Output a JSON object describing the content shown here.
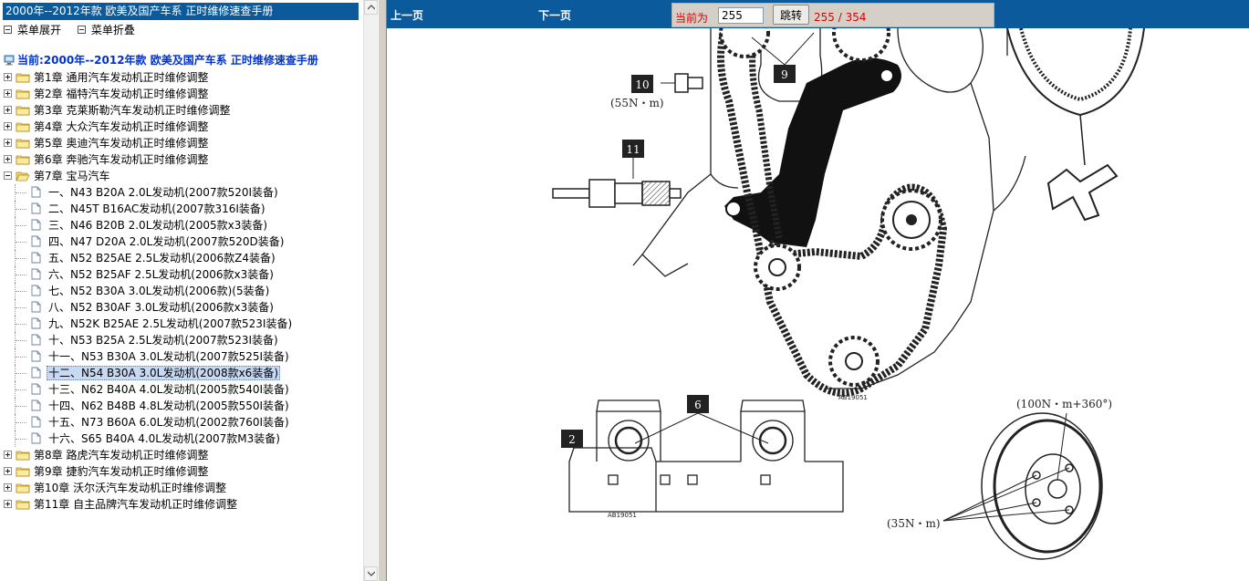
{
  "left_panel": {
    "title": "2000年--2012年款 欧美及国产车系 正时维修速查手册",
    "menu_controls": {
      "expand": "菜单展开",
      "collapse": "菜单折叠"
    },
    "current": "当前:2000年--2012年款 欧美及国产车系 正时维修速查手册",
    "chapters": [
      {
        "label": "第1章 通用汽车发动机正时维修调整",
        "expanded": false
      },
      {
        "label": "第2章 福特汽车发动机正时维修调整",
        "expanded": false
      },
      {
        "label": "第3章 克莱斯勒汽车发动机正时维修调整",
        "expanded": false
      },
      {
        "label": "第4章 大众汽车发动机正时维修调整",
        "expanded": false
      },
      {
        "label": "第5章 奥迪汽车发动机正时维修调整",
        "expanded": false
      },
      {
        "label": "第6章 奔驰汽车发动机正时维修调整",
        "expanded": false
      },
      {
        "label": "第7章 宝马汽车",
        "expanded": true,
        "items": [
          "一、N43 B20A 2.0L发动机(2007款520I装备)",
          "二、N45T B16AC发动机(2007款316I装备)",
          "三、N46 B20B 2.0L发动机(2005款x3装备)",
          "四、N47 D20A 2.0L发动机(2007款520D装备)",
          "五、N52 B25AE 2.5L发动机(2006款Z4装备)",
          "六、N52 B25AF 2.5L发动机(2006款x3装备)",
          "七、N52 B30A 3.0L发动机(2006款)(5装备)",
          "八、N52 B30AF 3.0L发动机(2006款x3装备)",
          "九、N52K B25AE 2.5L发动机(2007款523I装备)",
          "十、N53 B25A 2.5L发动机(2007款523I装备)",
          "十一、N53 B30A 3.0L发动机(2007款525I装备)",
          "十二、N54 B30A 3.0L发动机(2008款x6装备)",
          "十三、N62 B40A 4.0L发动机(2005款540I装备)",
          "十四、N62 B48B 4.8L发动机(2005款550I装备)",
          "十五、N73 B60A 6.0L发动机(2002款760I装备)",
          "十六、S65 B40A 4.0L发动机(2007款M3装备)"
        ],
        "selected_index": 11
      },
      {
        "label": "第8章 路虎汽车发动机正时维修调整",
        "expanded": false
      },
      {
        "label": "第9章 捷豹汽车发动机正时维修调整",
        "expanded": false
      },
      {
        "label": "第10章 沃尔沃汽车发动机正时维修调整",
        "expanded": false
      },
      {
        "label": "第11章 自主品牌汽车发动机正时维修调整",
        "expanded": false
      }
    ]
  },
  "navbar": {
    "prev": "上一页",
    "next": "下一页",
    "current_label": "当前为",
    "page_input": "255",
    "jump_button": "跳转",
    "page_count": "255 / 354"
  },
  "diagram": {
    "callouts": [
      "10",
      "9",
      "11",
      "2",
      "6"
    ],
    "torque_labels": [
      "(55N・m)",
      "(100N・m+360°)",
      "(35N・m)"
    ],
    "figure_codes": [
      "AB19051",
      "AB19051"
    ]
  },
  "colors": {
    "header_blue": "#0a5a9c",
    "red_text": "#e00000",
    "selected": "#c7d9f3"
  }
}
